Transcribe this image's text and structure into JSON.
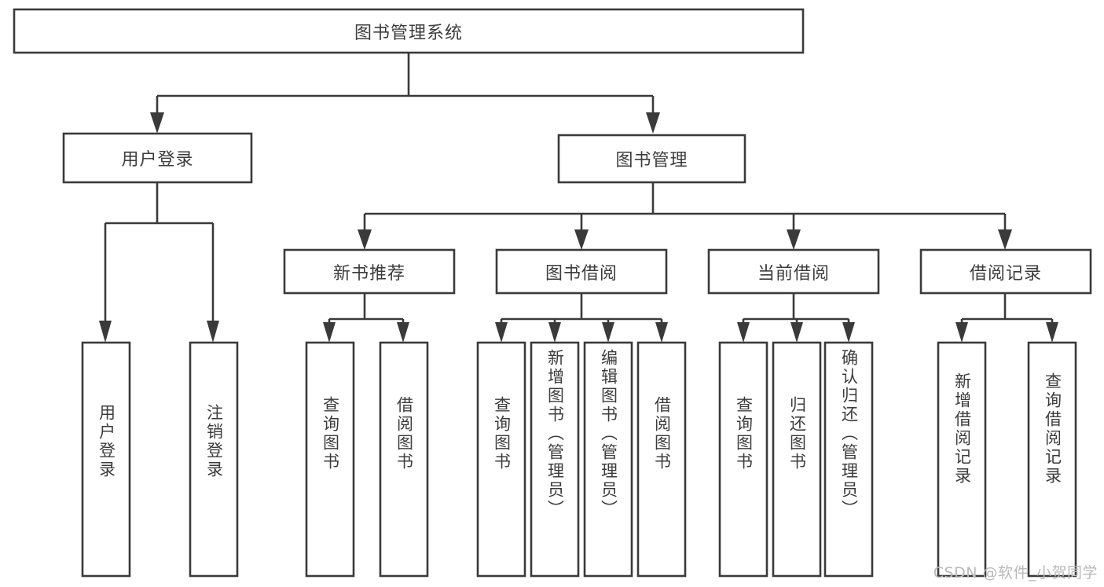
{
  "diagram": {
    "type": "tree-hierarchy",
    "title": "图书管理系统",
    "watermark": "CSDN @软件_小贺同学",
    "colors": {
      "box_stroke": "#3a3a3a",
      "box_fill": "#ffffff",
      "text": "#3c3c3c",
      "background": "#ffffff",
      "watermark": "#b9b9b9"
    },
    "levels": [
      {
        "level": 1,
        "nodes": [
          {
            "id": "root",
            "label": "图书管理系统",
            "orientation": "horizontal"
          }
        ]
      },
      {
        "level": 2,
        "nodes": [
          {
            "id": "login",
            "label": "用户登录",
            "orientation": "horizontal",
            "parent": "root"
          },
          {
            "id": "bookmgmt",
            "label": "图书管理",
            "orientation": "horizontal",
            "parent": "root"
          }
        ]
      },
      {
        "level": 3,
        "nodes": [
          {
            "id": "newbook",
            "label": "新书推荐",
            "orientation": "horizontal",
            "parent": "bookmgmt"
          },
          {
            "id": "borrow",
            "label": "图书借阅",
            "orientation": "horizontal",
            "parent": "bookmgmt"
          },
          {
            "id": "current",
            "label": "当前借阅",
            "orientation": "horizontal",
            "parent": "bookmgmt"
          },
          {
            "id": "records",
            "label": "借阅记录",
            "orientation": "horizontal",
            "parent": "bookmgmt"
          }
        ]
      },
      {
        "level": 4,
        "nodes": [
          {
            "id": "leaf1",
            "label": "用户登录",
            "orientation": "vertical",
            "parent": "login"
          },
          {
            "id": "leaf2",
            "label": "注销登录",
            "orientation": "vertical",
            "parent": "login"
          },
          {
            "id": "leaf3",
            "label": "查询图书",
            "orientation": "vertical",
            "parent": "newbook"
          },
          {
            "id": "leaf4",
            "label": "借阅图书",
            "orientation": "vertical",
            "parent": "newbook"
          },
          {
            "id": "leaf5",
            "label": "查询图书",
            "orientation": "vertical",
            "parent": "borrow"
          },
          {
            "id": "leaf6",
            "label": "新增图书（管理员）",
            "orientation": "vertical",
            "parent": "borrow"
          },
          {
            "id": "leaf7",
            "label": "编辑图书（管理员）",
            "orientation": "vertical",
            "parent": "borrow"
          },
          {
            "id": "leaf8",
            "label": "借阅图书",
            "orientation": "vertical",
            "parent": "borrow"
          },
          {
            "id": "leaf9",
            "label": "查询图书",
            "orientation": "vertical",
            "parent": "current"
          },
          {
            "id": "leaf10",
            "label": "归还图书",
            "orientation": "vertical",
            "parent": "current"
          },
          {
            "id": "leaf11",
            "label": "确认归还（管理员）",
            "orientation": "vertical",
            "parent": "current"
          },
          {
            "id": "leaf12",
            "label": "新增借阅记录",
            "orientation": "vertical",
            "parent": "records"
          },
          {
            "id": "leaf13",
            "label": "查询借阅记录",
            "orientation": "vertical",
            "parent": "records"
          }
        ]
      }
    ]
  }
}
